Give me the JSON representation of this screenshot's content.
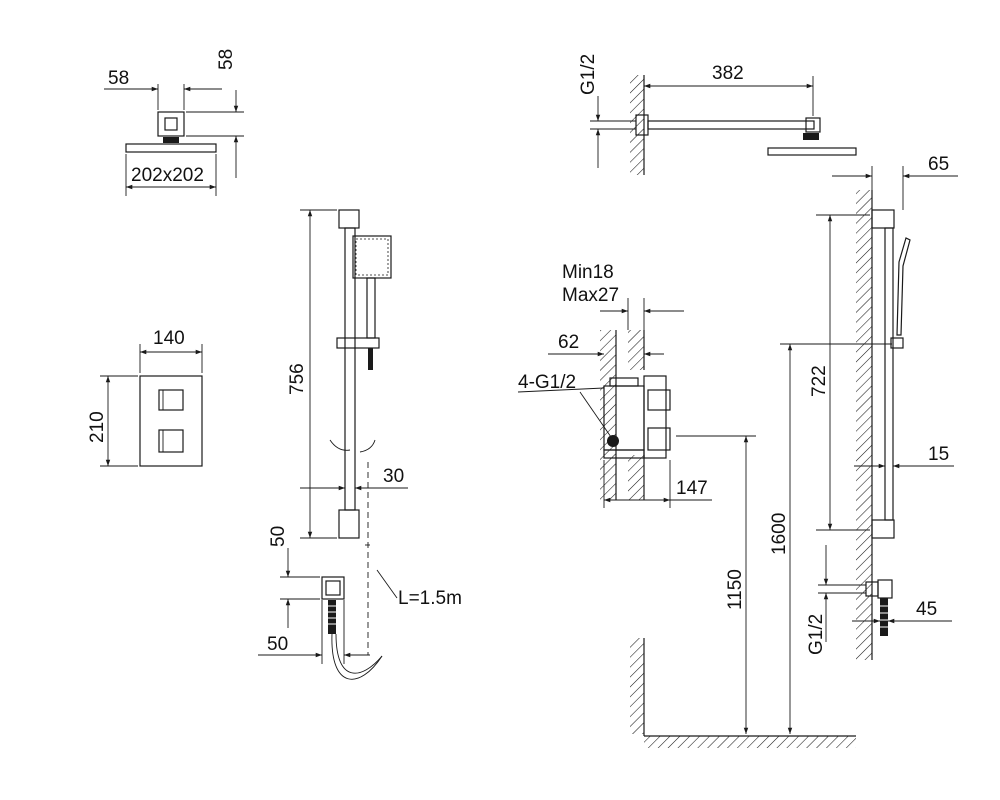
{
  "dimensions": {
    "head_width_top": "58",
    "head_height_side": "58",
    "head_plate_size": "202x202",
    "valve_width": "140",
    "valve_height": "210",
    "rail_length": "756",
    "rail_offset": "30",
    "outlet_height": "50",
    "outlet_width": "50",
    "hose_length": "L=1.5m",
    "arm_length": "382",
    "arm_thread": "G1/2",
    "depth_min": "Min18",
    "depth_max": "Max27",
    "valve_depth": "62",
    "valve_ports": "4-G1/2",
    "valve_projection": "147",
    "valve_floor_height": "1150",
    "total_height": "1600",
    "side_rail_length": "722",
    "side_top_projection": "65",
    "side_rail_projection": "15",
    "side_bottom_projection": "45",
    "side_bottom_thread": "G1/2"
  }
}
